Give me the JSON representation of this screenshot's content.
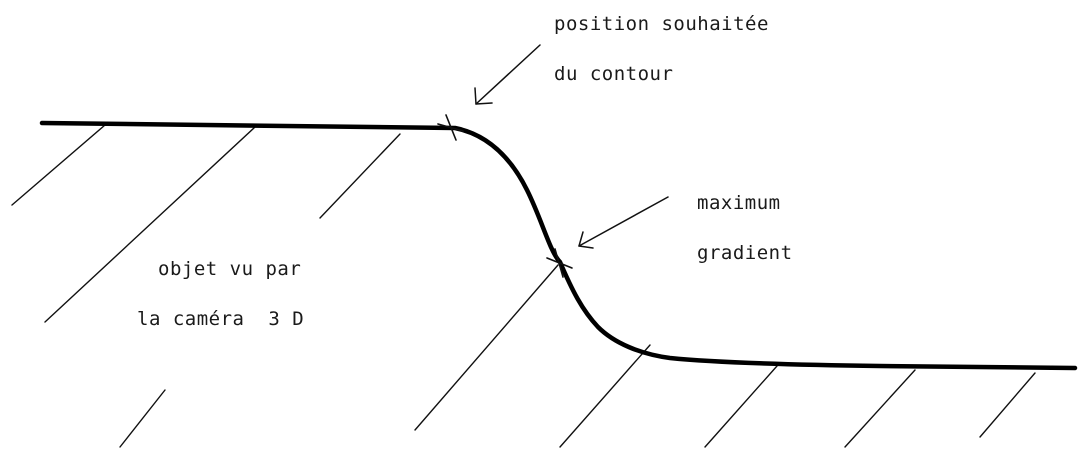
{
  "labels": {
    "desired_position_line1": "position souhaitée",
    "desired_position_line2": "du contour",
    "max_gradient_line1": "maximum",
    "max_gradient_line2": "gradient",
    "object_line1": "objet vu par",
    "object_line2": "la caméra  3 D"
  },
  "colors": {
    "ink": "#000000",
    "background": "#ffffff"
  }
}
